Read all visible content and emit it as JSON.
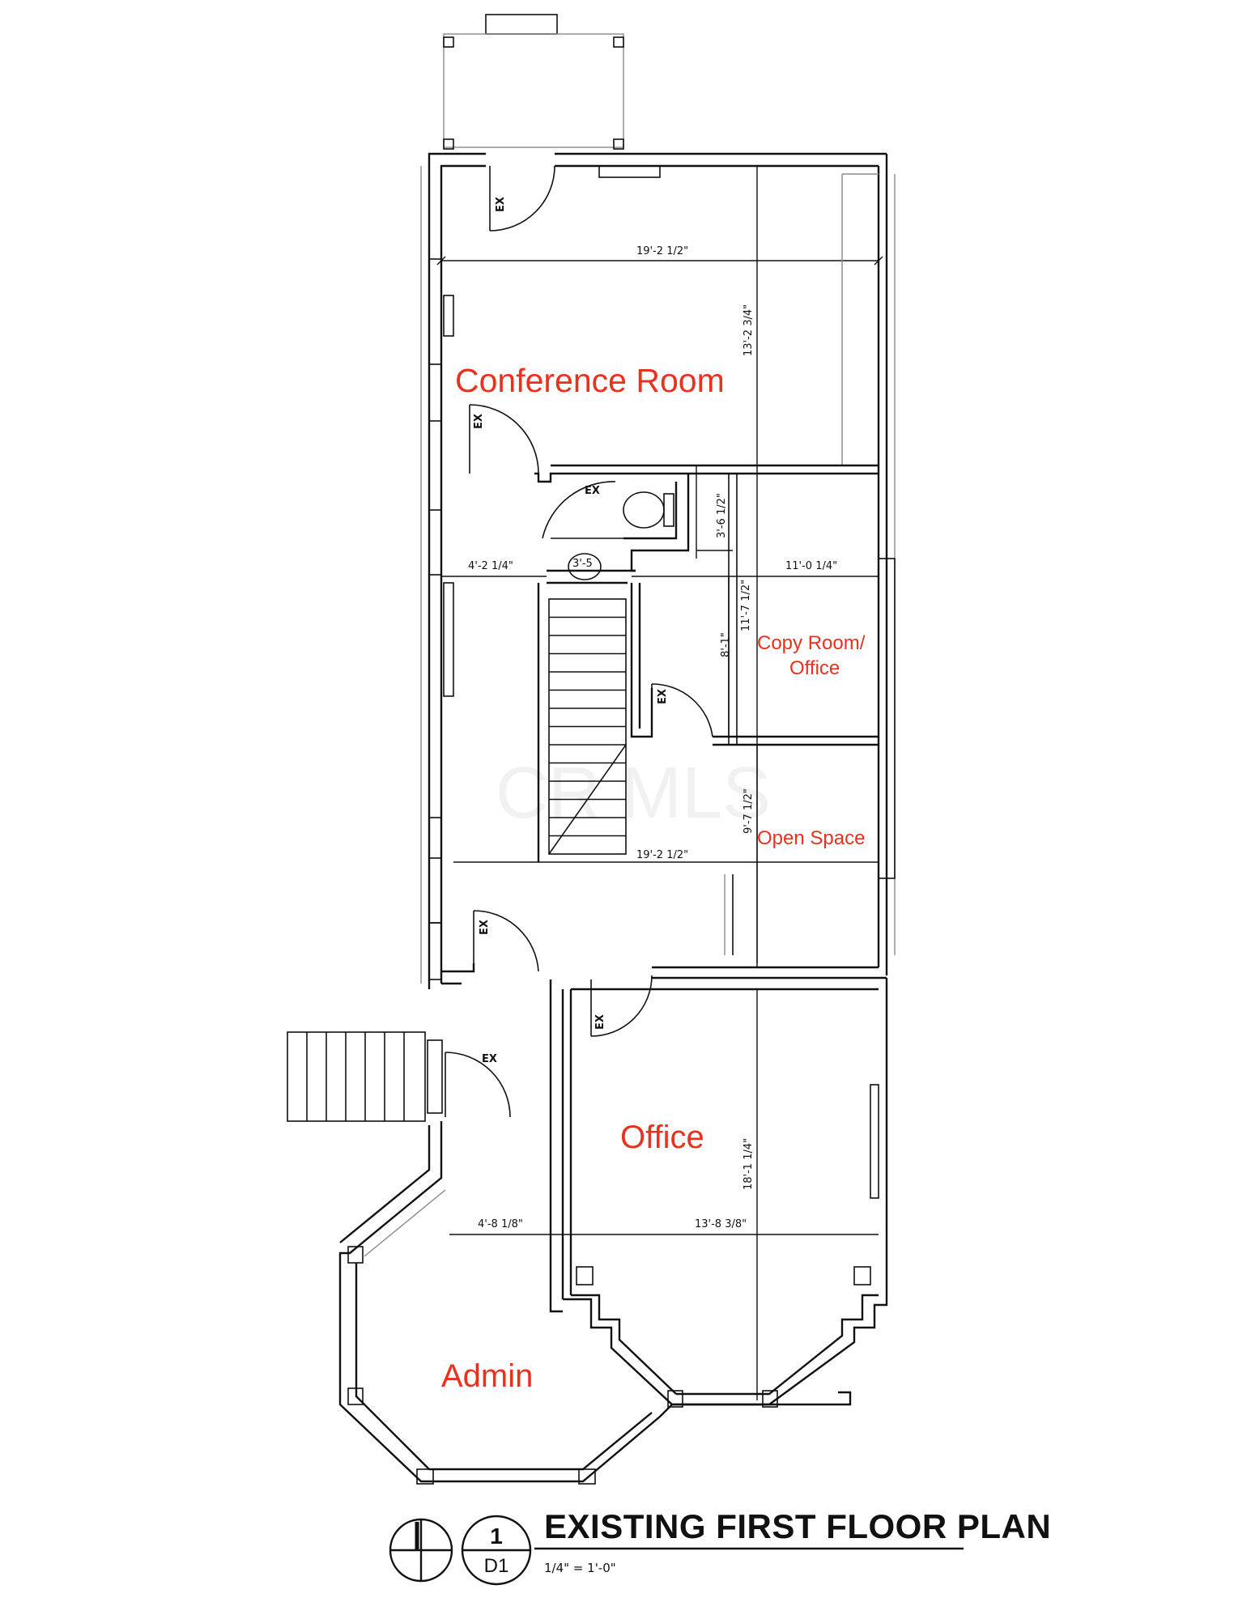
{
  "rooms": {
    "conference": "Conference Room",
    "copy_room_line1": "Copy Room/",
    "copy_room_line2": "Office",
    "open_space": "Open Space",
    "office": "Office",
    "admin": "Admin"
  },
  "dimensions": {
    "top_width": "19'-2 1/2\"",
    "conference_depth": "13'-2 3/4\"",
    "bath_depth": "3'-6 1/2\"",
    "hall_width": "4'-2 1/4\"",
    "copy_width": "11'-0 1/4\"",
    "copy_depth": "11'-7 1/2\"",
    "stair_depth": "8'-1\"",
    "open_depth": "9'-7 1/2\"",
    "mid_width": "19'-2 1/2\"",
    "office_depth": "18'-1 1/4\"",
    "admin_width": "4'-8 1/8\"",
    "office_width": "13'-8 3/8\""
  },
  "door_tag": "EX",
  "sink_tag": "3'-5",
  "title_block": {
    "detail_number": "1",
    "sheet_number": "D1",
    "title": "EXISTING FIRST FLOOR PLAN",
    "scale": "1/4\" = 1'-0\""
  },
  "watermark": "CR MLS",
  "colors": {
    "room_label": "#e8321e",
    "line": "#111111"
  }
}
